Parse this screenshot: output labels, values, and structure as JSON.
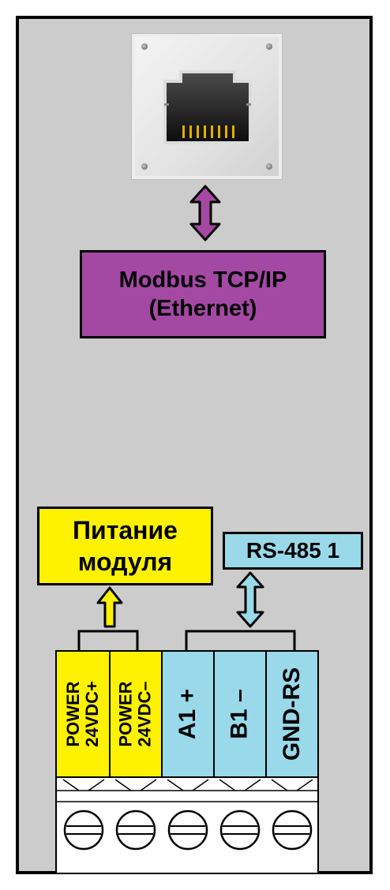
{
  "protocol_label": {
    "line1": "Modbus TCP/IP",
    "line2": "(Ethernet)"
  },
  "power_label": {
    "line1": "Питание",
    "line2": "модуля"
  },
  "rs485_label": "RS-485 1",
  "terminals": [
    {
      "line1": "POWER",
      "line2": "24VDC+",
      "color": "#fff200"
    },
    {
      "line1": "POWER",
      "line2": "24VDC–",
      "color": "#fff200"
    },
    {
      "line1": "A1 +",
      "line2": "",
      "color": "#99d9ea"
    },
    {
      "line1": "B1 –",
      "line2": "",
      "color": "#99d9ea"
    },
    {
      "line1": "GND-RS",
      "line2": "",
      "color": "#99d9ea"
    }
  ],
  "colors": {
    "housing": "#cccccc",
    "ethernet_purple": "#a349a4",
    "power_yellow": "#fff200",
    "rs485_blue": "#99d9ea"
  },
  "icons": {
    "ethernet_port": "rj45-jack-icon",
    "ethernet_arrow": "double-arrow-vertical-icon",
    "power_arrow": "arrow-up-icon",
    "rs485_arrow": "double-arrow-vertical-icon"
  }
}
